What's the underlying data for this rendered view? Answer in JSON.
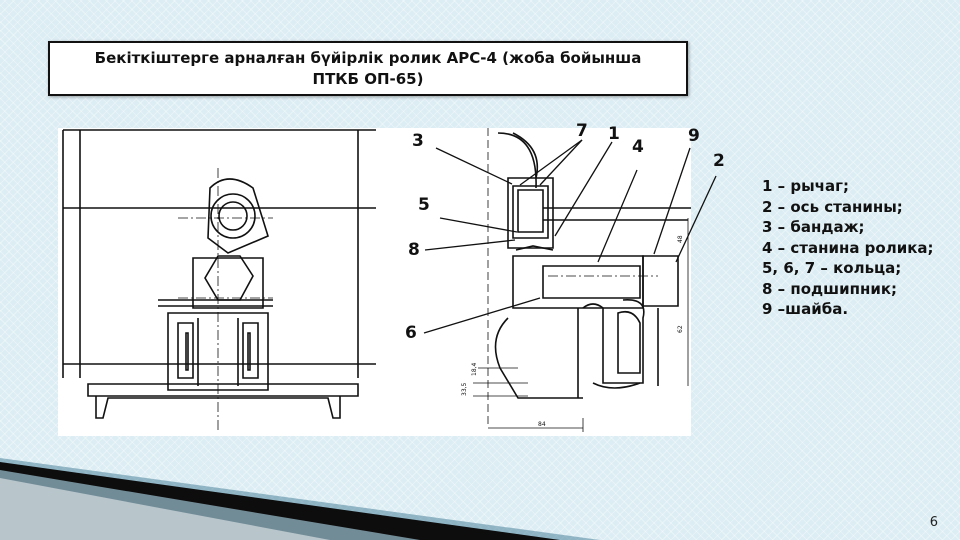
{
  "slide": {
    "title_line1": "Бекіткіштерге арналған бүйірлік ролик АРС-4 (жоба бойынша",
    "title_line2": "ПТКБ ОП-65)",
    "page_number": "6"
  },
  "callouts": {
    "c3": "3",
    "c7": "7",
    "c1": "1",
    "c4": "4",
    "c9": "9",
    "c2": "2",
    "c5": "5",
    "c8": "8",
    "c6": "6"
  },
  "legend": [
    "1 – рычаг;",
    "2 – ось станины;",
    "3 – бандаж;",
    "4 – станина ролика;",
    "5, 6, 7 – кольца;",
    "8 – подшипник;",
    "9 –шайба."
  ],
  "drawing": {
    "dim_84": "84",
    "dim_62": "62",
    "dim_48": "48",
    "dim_33": "33,5",
    "dim_18": "18,4"
  },
  "colors": {
    "background": "#dcedf3",
    "ink": "#111111"
  }
}
